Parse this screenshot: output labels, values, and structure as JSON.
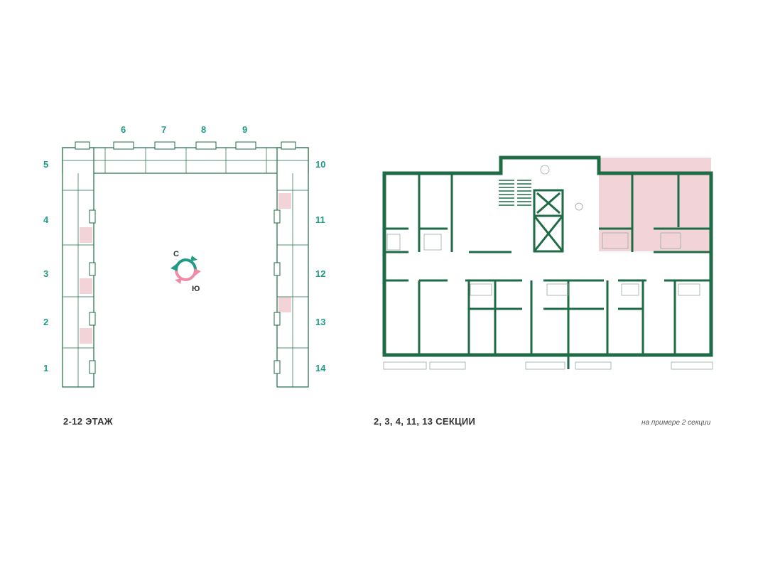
{
  "key_plan": {
    "sections_top": [
      "6",
      "7",
      "8",
      "9"
    ],
    "sections_left": [
      "5",
      "4",
      "3",
      "2",
      "1"
    ],
    "sections_right": [
      "10",
      "11",
      "12",
      "13",
      "14"
    ],
    "compass": {
      "north": "С",
      "south": "Ю"
    },
    "floor_label": "2-12 ЭТАЖ"
  },
  "floor_plan": {
    "sections_label": "2, 3, 4, 11, 13 СЕКЦИИ",
    "example_note": "на примере 2 секции"
  },
  "colors": {
    "wall": "#1e6b45",
    "accent": "#1f9c85",
    "highlight": "#f2d4d8",
    "compass_pink": "#f08aa6",
    "compass_green": "#1f9c85"
  }
}
